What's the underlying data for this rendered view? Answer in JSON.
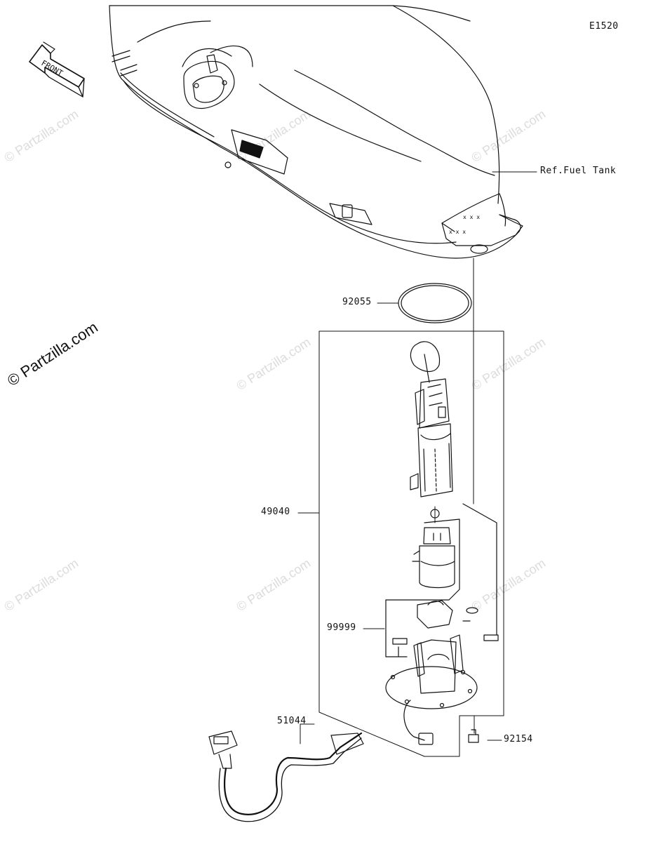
{
  "diagram": {
    "code": "E1520",
    "front_label": "FRONT",
    "watermark": "© Partzilla.com",
    "callouts": {
      "fuel_tank": "Ref.Fuel Tank",
      "gasket": "92055",
      "fuel_pump_assy": "49040",
      "kit": "99999",
      "harness": "51044",
      "bolt": "92154"
    }
  }
}
